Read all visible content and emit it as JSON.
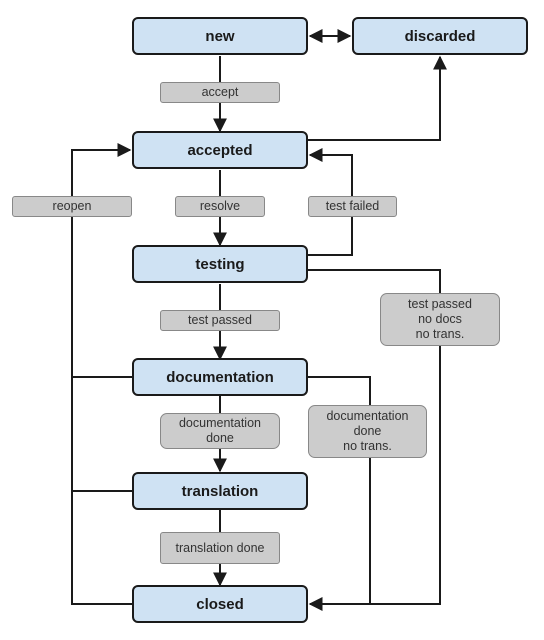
{
  "states": {
    "new": "new",
    "discarded": "discarded",
    "accepted": "accepted",
    "testing": "testing",
    "documentation": "documentation",
    "translation": "translation",
    "closed": "closed"
  },
  "transitions": {
    "accept": "accept",
    "resolve": "resolve",
    "test_failed": "test failed",
    "reopen": "reopen",
    "test_passed": "test passed",
    "test_passed_no_docs": "test passed\nno docs\nno trans.",
    "documentation_done": "documentation\ndone",
    "documentation_done_no_trans": "documentation\ndone\nno trans.",
    "translation_done": "translation done"
  },
  "colors": {
    "state_fill": "#cfe2f3",
    "label_fill": "#cccccc",
    "line": "#1a1a1a"
  }
}
